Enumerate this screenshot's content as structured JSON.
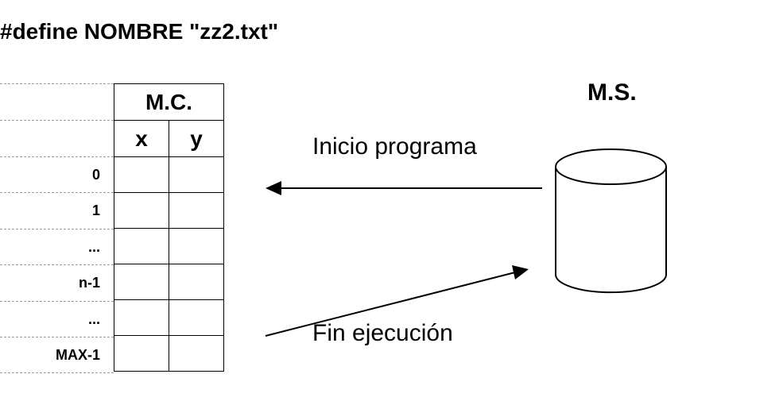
{
  "header": {
    "title": "#define NOMBRE \"zz2.txt\""
  },
  "memory_table": {
    "title": "M.C.",
    "columns": [
      "x",
      "y"
    ],
    "row_labels": [
      "0",
      "1",
      "...",
      "n-1",
      "...",
      "MAX-1"
    ]
  },
  "storage": {
    "label": "M.S."
  },
  "arrows": {
    "load_label": "Inicio programa",
    "save_label": "Fin ejecución"
  }
}
